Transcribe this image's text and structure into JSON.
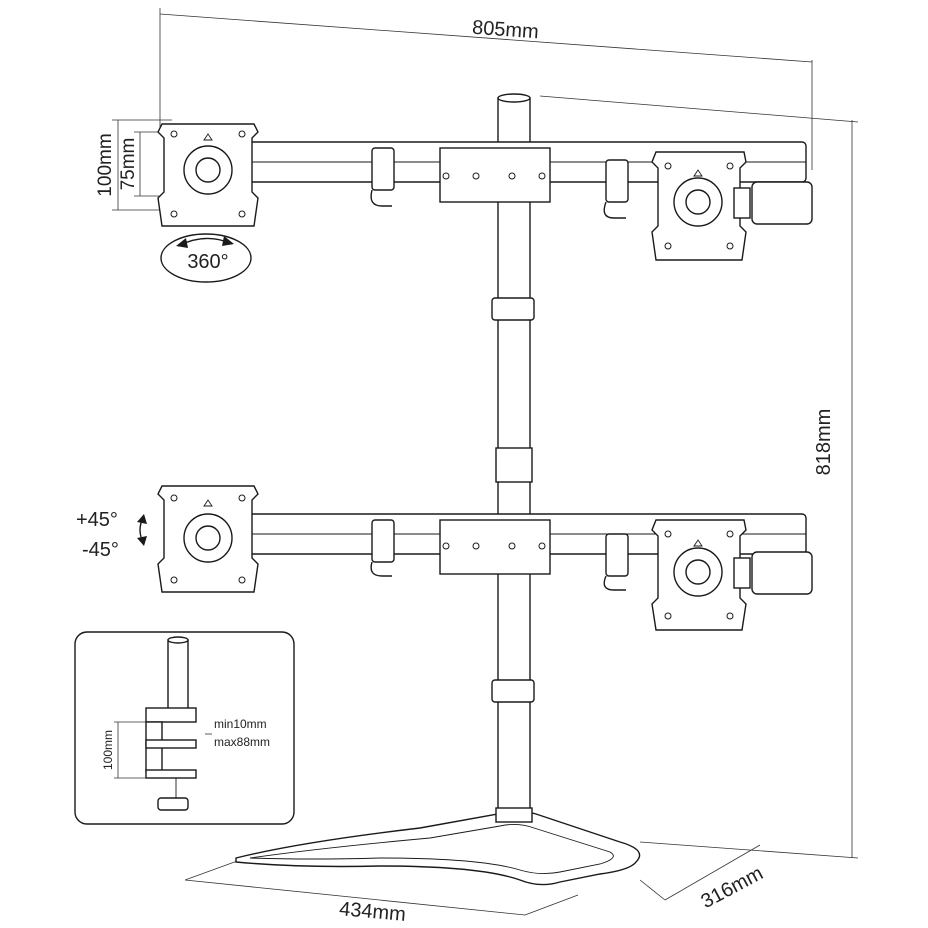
{
  "dimensions": {
    "width_label": "805mm",
    "height_label": "818mm",
    "base_depth_label": "434mm",
    "base_width_label": "316mm",
    "vesa_large_label": "100mm",
    "vesa_small_label": "75mm"
  },
  "rotation": {
    "label": "360°"
  },
  "tilt": {
    "up_label": "+45°",
    "down_label": "-45°"
  },
  "clamp_inset": {
    "height_label": "100mm",
    "min_label": "min10mm",
    "max_label": "max88mm"
  }
}
